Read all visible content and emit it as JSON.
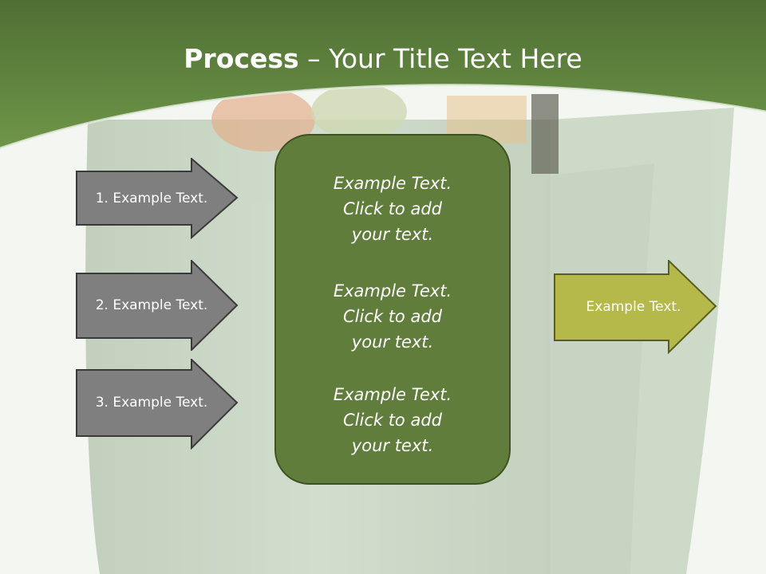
{
  "title": {
    "bold": "Process",
    "rest": " – Your Title Text Here"
  },
  "inputs": [
    {
      "label": "1. Example Text."
    },
    {
      "label": "2. Example Text."
    },
    {
      "label": "3. Example Text."
    }
  ],
  "center": {
    "blocks": [
      {
        "line1": "Example Text.",
        "line2": "Click  to add",
        "line3": "your text."
      },
      {
        "line1": "Example Text.",
        "line2": "Click  to add",
        "line3": "your text."
      },
      {
        "line1": "Example Text.",
        "line2": "Click  to add",
        "line3": "your text."
      }
    ]
  },
  "output": {
    "label": "Example Text."
  },
  "colors": {
    "header": "#5d7f3a",
    "center_fill": "#617d3c",
    "input_arrow": "#7f7f7f",
    "output_arrow": "#b4b94a"
  }
}
